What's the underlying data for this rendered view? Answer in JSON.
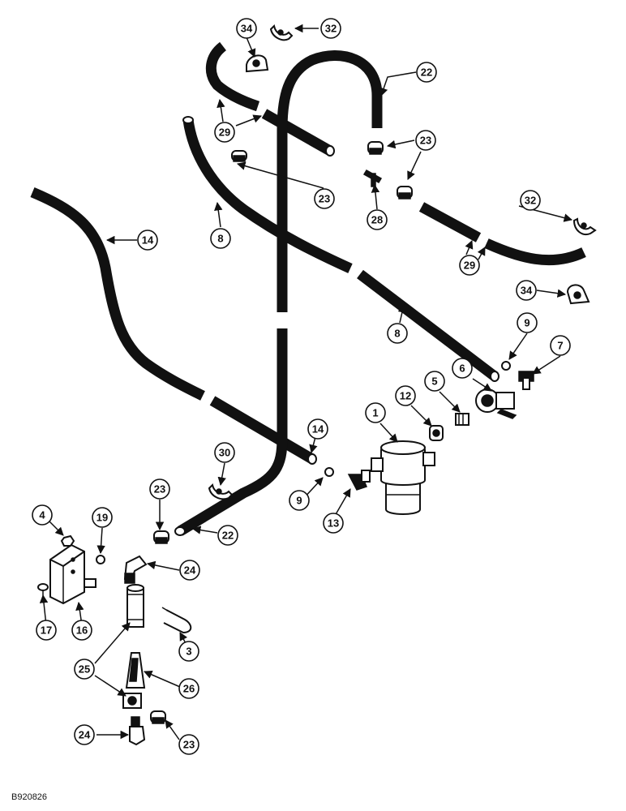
{
  "drawing": {
    "id_label": "B920826"
  },
  "callouts": {
    "c1": "1",
    "c3": "3",
    "c4": "4",
    "c5": "5",
    "c6": "6",
    "c7": "7",
    "c8a": "8",
    "c8b": "8",
    "c9a": "9",
    "c9b": "9",
    "c12": "12",
    "c13": "13",
    "c14a": "14",
    "c14b": "14",
    "c16": "16",
    "c17": "17",
    "c19": "19",
    "c22a": "22",
    "c22b": "22",
    "c23a": "23",
    "c23b": "23",
    "c23c": "23",
    "c23d": "23",
    "c24a": "24",
    "c24b": "24",
    "c25": "25",
    "c26": "26",
    "c28": "28",
    "c29a": "29",
    "c29b": "29",
    "c30": "30",
    "c32a": "32",
    "c32b": "32",
    "c34a": "34",
    "c34b": "34"
  }
}
